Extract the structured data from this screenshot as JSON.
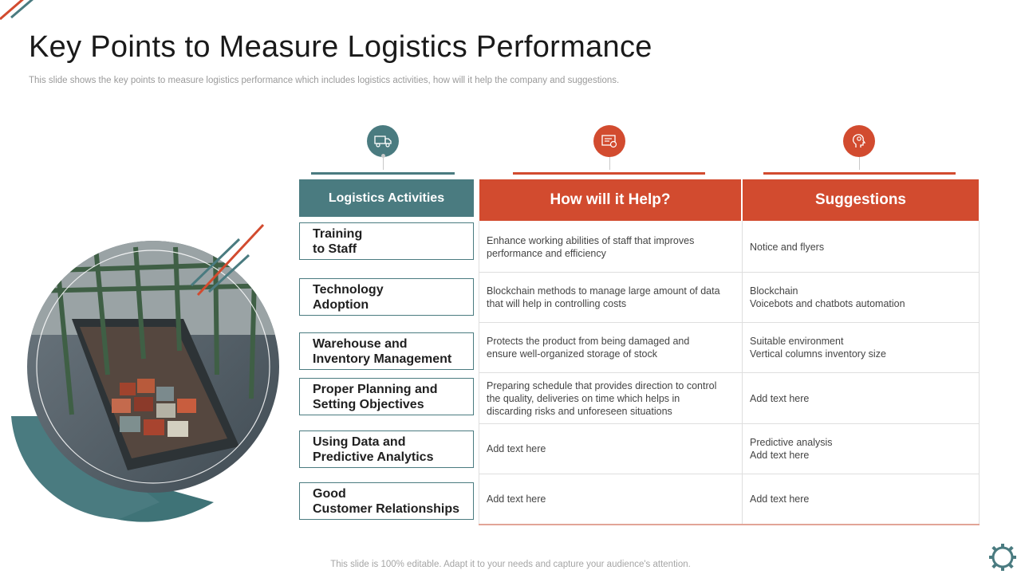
{
  "title": "Key Points to Measure Logistics Performance",
  "subtitle": "This slide shows the key points to measure logistics performance which includes logistics activities, how will it help the company and suggestions.",
  "footer": "This slide is 100% editable. Adapt it to your needs and capture your audience's attention.",
  "colors": {
    "teal": "#4a7b80",
    "orange": "#d24b2f"
  },
  "icons": [
    "delivery-truck-icon",
    "document-check-icon",
    "head-gear-icon"
  ],
  "headers": {
    "activities": "Logistics Activities",
    "help": "How will it Help?",
    "suggestions": "Suggestions"
  },
  "rows": [
    {
      "activity": "Training\nto Staff",
      "help": "Enhance working abilities of staff that improves\nperformance  and efficiency",
      "suggestion": "Notice and flyers"
    },
    {
      "activity": "Technology\nAdoption",
      "help": "Blockchain methods to manage large  amount of data\nthat will help in controlling costs",
      "suggestion": "Blockchain\nVoicebots and chatbots automation"
    },
    {
      "activity": "Warehouse and\nInventory Management",
      "help": "Protects the product from being damaged and\nensure well-organized  storage of stock",
      "suggestion": "Suitable environment\nVertical columns inventory  size"
    },
    {
      "activity": "Proper Planning and\nSetting Objectives",
      "help": "Preparing schedule that provides  direction to control\nthe quality, deliveries on time which helps in\ndiscarding risks and unforeseen  situations",
      "suggestion": "Add text here"
    },
    {
      "activity": "Using Data and\nPredictive Analytics",
      "help": "Add text here",
      "suggestion": "Predictive analysis\nAdd text here"
    },
    {
      "activity": "Good\nCustomer Relationships",
      "help": "Add text here",
      "suggestion": "Add text here"
    }
  ]
}
